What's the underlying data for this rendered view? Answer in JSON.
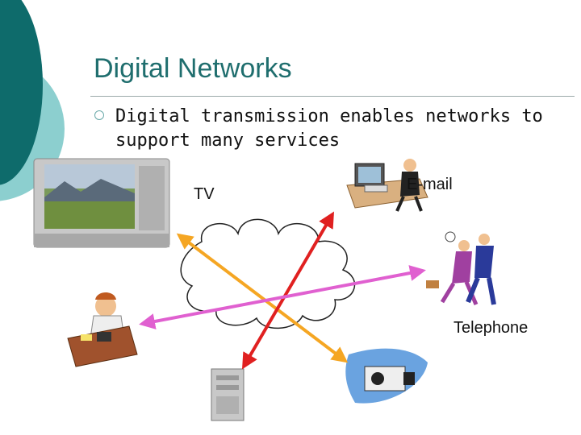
{
  "slide": {
    "title": "Digital Networks",
    "bullet": "Digital transmission enables networks to support many services",
    "labels": {
      "tv": "TV",
      "email": "E-mail",
      "telephone": "Telephone"
    }
  },
  "colors": {
    "title": "#1f6e6e",
    "accent_dark": "#0e6b6b",
    "accent_light": "#8ccfcf",
    "arrow_orange": "#f5a623",
    "arrow_red": "#e02020",
    "arrow_magenta": "#e060d0"
  },
  "icons": [
    "tv-set-icon",
    "computer-user-icon",
    "running-people-icon",
    "phone-caller-icon",
    "server-tower-icon",
    "video-camera-icon",
    "network-cloud-icon"
  ]
}
